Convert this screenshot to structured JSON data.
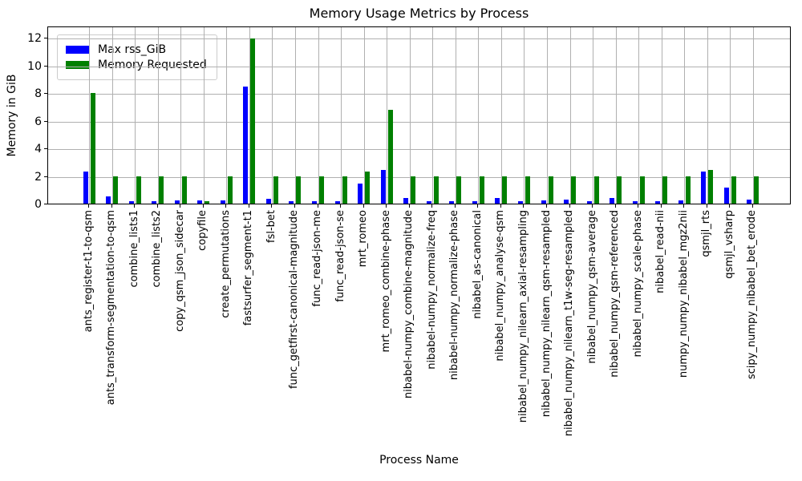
{
  "chart_data": {
    "type": "bar",
    "title": "Memory Usage Metrics by Process",
    "xlabel": "Process Name",
    "ylabel": "Memory in GiB",
    "ylim": [
      0,
      12.9
    ],
    "yticks": [
      0,
      2,
      4,
      6,
      8,
      10,
      12
    ],
    "grid": true,
    "legend_position": "upper left",
    "categories": [
      "ants_register-t1-to-qsm",
      "ants_transform-segmentation-to-qsm",
      "combine_lists1",
      "combine_lists2",
      "copy_qsm_json_sidecar",
      "copyfile",
      "create_permutations",
      "fastsurfer_segment-t1",
      "fsl-bet",
      "func_getfirst-canonical-magnitude",
      "func_read-json-me",
      "func_read-json-se",
      "mrt_romeo",
      "mrt_romeo_combine-phase",
      "nibabel-numpy_combine-magnitude",
      "nibabel-numpy_normalize-freq",
      "nibabel-numpy_normalize-phase",
      "nibabel_as-canonical",
      "nibabel_numpy_analyse-qsm",
      "nibabel_numpy_nilearn_axial-resampling",
      "nibabel_numpy_nilearn_qsm-resampled",
      "nibabel_numpy_nilearn_t1w-seg-resampled",
      "nibabel_numpy_qsm-average",
      "nibabel_numpy_qsm-referenced",
      "nibabel_numpy_scale-phase",
      "nibabel_read-nii",
      "numpy_numpy_nibabel_mgz2nii",
      "qsmjl_rts",
      "qsmjl_vsharp",
      "scipy_numpy_nibabel_bet_erode"
    ],
    "series": [
      {
        "name": "Max rss_GiB",
        "color": "#0000ff",
        "values": [
          2.35,
          0.5,
          0.15,
          0.2,
          0.25,
          0.25,
          0.25,
          8.5,
          0.35,
          0.15,
          0.15,
          0.15,
          1.45,
          2.45,
          0.4,
          0.2,
          0.15,
          0.2,
          0.4,
          0.15,
          0.25,
          0.3,
          0.15,
          0.4,
          0.15,
          0.15,
          0.25,
          2.35,
          1.15,
          0.3
        ]
      },
      {
        "name": "Memory Requested",
        "color": "#008000",
        "values": [
          8,
          2,
          2,
          2,
          2,
          0.2,
          2,
          12,
          2,
          2,
          2,
          2,
          2.35,
          6.8,
          2,
          2,
          2,
          2,
          2,
          2,
          2,
          2,
          2,
          2,
          2,
          2,
          2,
          2.45,
          2,
          2
        ]
      }
    ]
  }
}
